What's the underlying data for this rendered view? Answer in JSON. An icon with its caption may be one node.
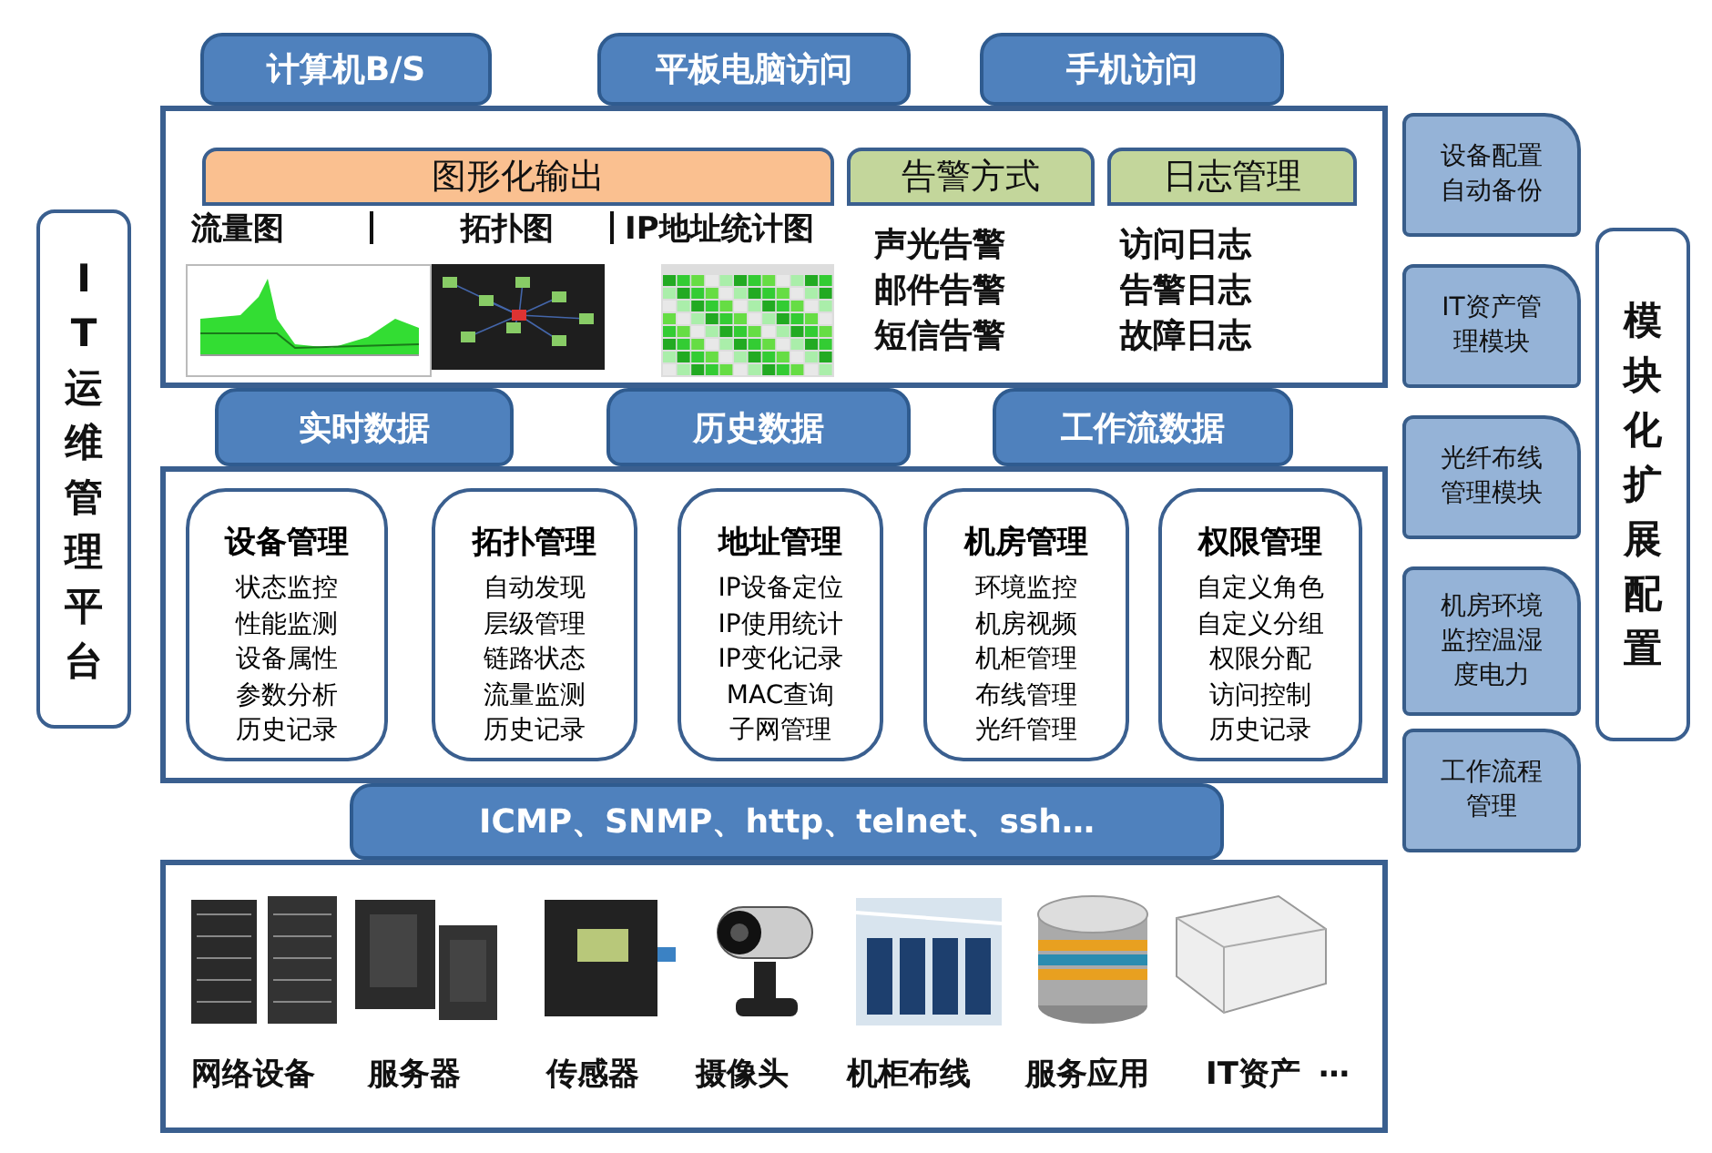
{
  "diagram": {
    "nodes": [
      {
        "text": [
          "IT运维管理平台"
        ]
      },
      {
        "text": [],
        "shape": "box"
      },
      {
        "text": [
          "计算机B/S"
        ]
      },
      {
        "text": [
          "平板电脑访问"
        ]
      },
      {
        "text": [
          "手机访问"
        ]
      },
      {
        "text": [
          "图形化输出"
        ],
        "in": 1,
        "beside": [
          "流量图",
          "拓扑图",
          "IP地址统计图"
        ]
      },
      {
        "text": [
          "告警方式"
        ],
        "in": 1,
        "beside": [
          "声光告警",
          "邮件告警",
          "短信告警"
        ]
      },
      {
        "text": [
          "日志管理"
        ],
        "in": 1,
        "beside": [
          "访问日志",
          "告警日志",
          "故障日志"
        ]
      },
      {
        "text": [],
        "shape": "box"
      },
      {
        "text": [
          "实时数据"
        ]
      },
      {
        "text": [
          "历史数据"
        ]
      },
      {
        "text": [
          "工作流数据"
        ]
      },
      {
        "text": [
          "设备管理",
          "状态监控",
          "性能监测",
          "设备属性",
          "参数分析",
          "历史记录"
        ],
        "in": 8
      },
      {
        "text": [
          "拓扑管理",
          "自动发现",
          "层级管理",
          "链路状态",
          "流量监测",
          "历史记录"
        ],
        "in": 8
      },
      {
        "text": [
          "地址管理",
          "IP设备定位",
          "IP使用统计",
          "IP变化记录",
          "MAC查询",
          "子网管理"
        ],
        "in": 8
      },
      {
        "text": [
          "机房管理",
          "环境监控",
          "机房视频",
          "机柜管理",
          "布线管理",
          "光纤管理"
        ],
        "in": 8
      },
      {
        "text": [
          "权限管理",
          "自定义角色",
          "自定义分组",
          "权限分配",
          "访问控制",
          "历史记录"
        ],
        "in": 8
      },
      {
        "text": [],
        "shape": "box"
      },
      {
        "text": [
          "ICMP、SNMP、http、telnet、ssh…"
        ]
      },
      {
        "text": [
          "设备配置自动备份"
        ]
      },
      {
        "text": [
          "IT资产管理模块"
        ]
      },
      {
        "text": [
          "光纤布线管理模块"
        ]
      },
      {
        "text": [
          "机房环境监控温湿度电力"
        ]
      },
      {
        "text": [
          "工作流程管理"
        ]
      },
      {
        "text": [
          "模块化扩展配置"
        ]
      }
    ],
    "edges": [],
    "labels": [
      "网络设备",
      "服务器",
      "传感器",
      "摄像头",
      "机柜布线",
      "服务应用",
      "IT资产",
      "…"
    ]
  }
}
